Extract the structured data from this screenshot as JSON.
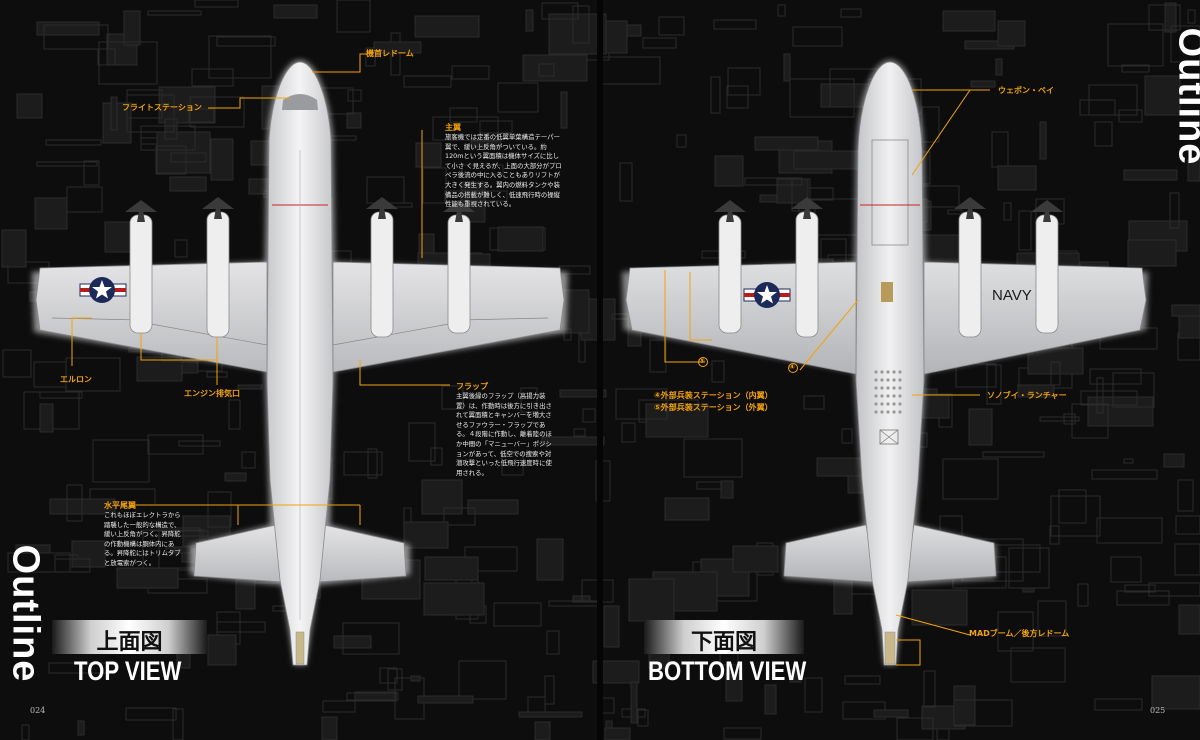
{
  "side_tab_left": "Outline",
  "side_tab_right": "Outline",
  "page_numbers": {
    "left": "024",
    "right": "025"
  },
  "top_view": {
    "title_ja": "上面図",
    "title_en": "TOP VIEW",
    "callouts": {
      "nose_radome": "機首レドーム",
      "flight_station": "フライトステーション",
      "main_wing": "主翼",
      "main_wing_text": "旅客機では定番の低翼単葉構造テーパー翼で、緩い上反角がついている。約120mという翼面積は機体サイズに比して小さ く見えるが、上面の大部分がプロペラ後流の中に入ることもありリフトが大きく発生する。翼内の燃料タンクや装備品の搭載が難しく、低速飛行時の操縦性能も重視されている。",
      "aileron": "エルロン",
      "engine_exhaust": "エンジン排気口",
      "flap": "フラップ",
      "flap_text": "主翼後縁のフラップ（高揚力装置）は、作動時は後方に引き出されて翼面積とキャンバーを増大させるファウラー・フラップである。４段階に作動し、離着陸のほか中間の「マニューバー」ポジションがあって、低空での捜索や対潜攻撃といった低飛行速度時に使用される。",
      "horizontal_tail": "水平尾翼",
      "horizontal_tail_text": "これもほぼエレクトラから踏襲した一般的な構造で、緩い上反角がつく。昇降舵の作動機構は胴体内にある。昇降舵にはトリムタブと放電索がつく。"
    }
  },
  "bottom_view": {
    "title_ja": "下面図",
    "title_en": "BOTTOM VIEW",
    "callouts": {
      "weapon_bay": "ウェポン・ベイ",
      "marker_4": "④",
      "marker_5": "⑤",
      "inner_station": "④外部兵装ステーション（内翼）",
      "outer_station": "⑤外部兵装ステーション（外翼）",
      "sonobuoy_launcher": "ソノブイ・ランチャー",
      "mad_boom": "MADブーム／後方レドーム"
    },
    "navy_text": "NAVY"
  }
}
